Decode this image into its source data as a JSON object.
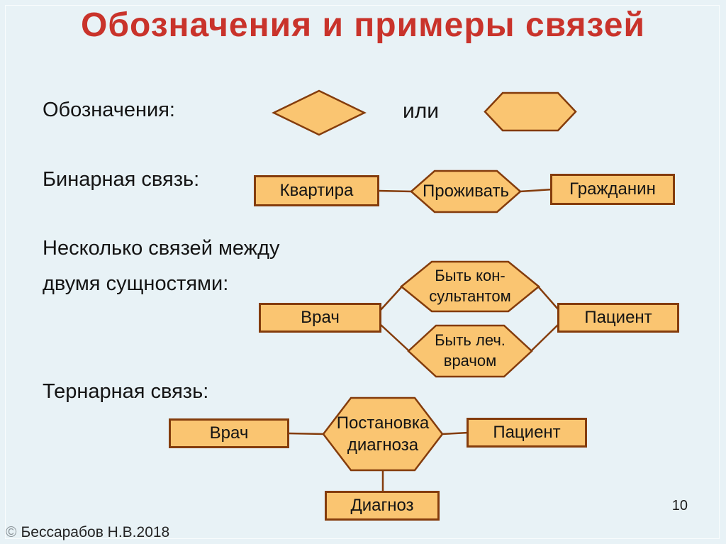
{
  "slide": {
    "title": "Обозначения и примеры связей",
    "page_number": "10",
    "copyright_symbol": "©",
    "copyright_text": "Бессарабов Н.В.2018",
    "colors": {
      "background": "#E8F2F6",
      "title_red": "#C9332B",
      "shape_fill": "#FAC571",
      "shape_border": "#843C0C",
      "text": "#141414"
    }
  },
  "sections": {
    "notation": {
      "label": "Обозначения:",
      "or_text": "или"
    },
    "binary": {
      "label": "Бинарная связь:",
      "entity_left": "Квартира",
      "relationship": "Проживать",
      "entity_right": "Гражданин"
    },
    "multiple": {
      "label_line1": "Несколько связей между",
      "label_line2": "двумя сущностями:",
      "entity_left": "Врач",
      "relationship_top_line1": "Быть кон-",
      "relationship_top_line2": "сультантом",
      "relationship_bottom_line1": "Быть леч.",
      "relationship_bottom_line2": "врачом",
      "entity_right": "Пациент"
    },
    "ternary": {
      "label": "Тернарная связь:",
      "entity_left": "Врач",
      "relationship_line1": "Постановка",
      "relationship_line2": "диагноза",
      "entity_right": "Пациент",
      "entity_bottom": "Диагноз"
    }
  }
}
